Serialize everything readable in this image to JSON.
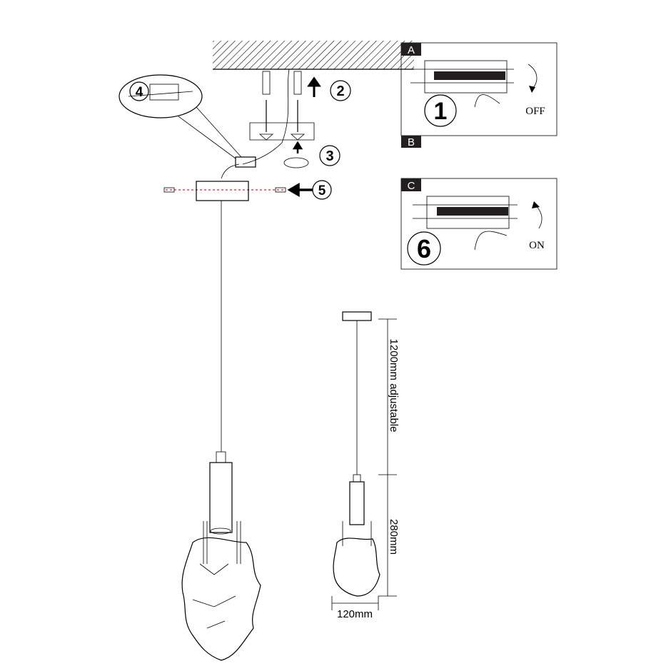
{
  "panels": {
    "a": {
      "label": "A",
      "step": "1",
      "action": "OFF"
    },
    "b": {
      "label": "B"
    },
    "c": {
      "label": "C",
      "step": "6",
      "action": "ON"
    }
  },
  "steps": {
    "s2": "2",
    "s3": "3",
    "s4": "4",
    "s5": "5"
  },
  "dimensions": {
    "cable": "1200mm adjustable",
    "body_height": "280mm",
    "width": "120mm"
  },
  "colors": {
    "screw_line": "#e0202a",
    "label_bg": "#231f20"
  }
}
